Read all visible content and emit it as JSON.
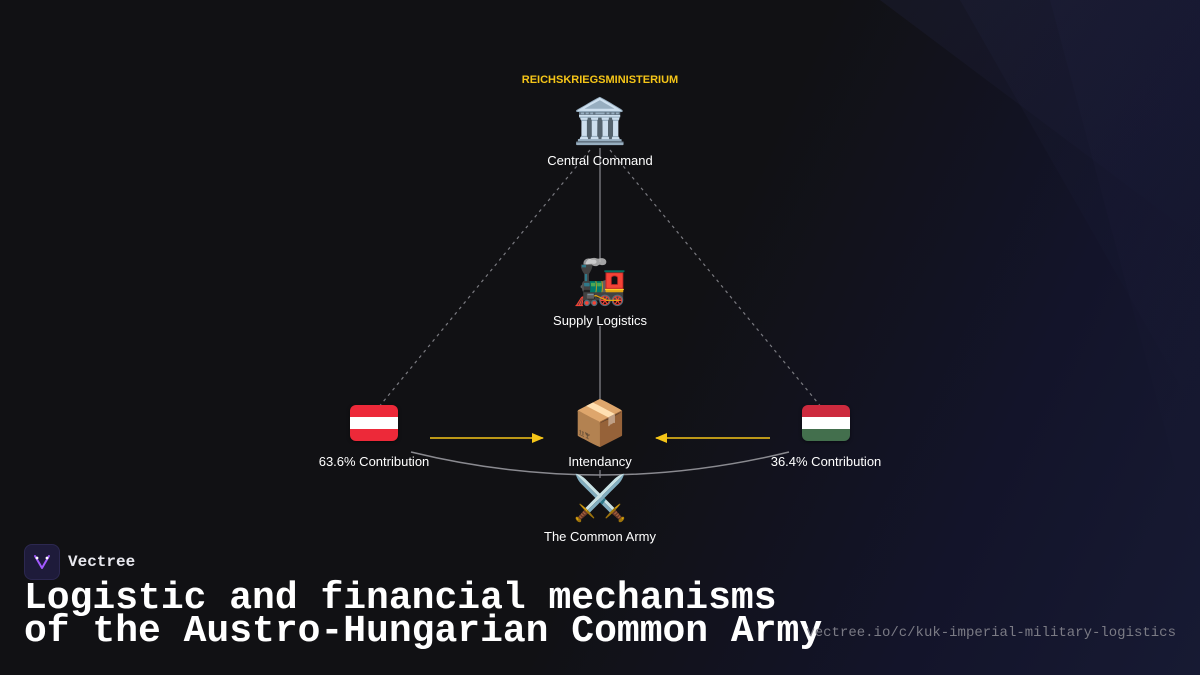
{
  "diagram": {
    "header_label": "REICHSKRIEGSMINISTERIUM",
    "nodes": {
      "central_command": {
        "label": "Central Command",
        "icon": "classical-building-icon"
      },
      "supply_logistics": {
        "label": "Supply Logistics",
        "icon": "steam-locomotive-icon"
      },
      "austria": {
        "label": "63.6% Contribution",
        "icon": "austria-flag-icon"
      },
      "intendancy": {
        "label": "Intendancy",
        "icon": "package-icon"
      },
      "hungary": {
        "label": "36.4% Contribution",
        "icon": "hungary-flag-icon"
      },
      "common_army": {
        "label": "The Common Army",
        "icon": "crossed-swords-icon"
      }
    },
    "colors": {
      "accent": "#f5c518",
      "austria_red": "#ed2939",
      "austria_white": "#ffffff",
      "hungary_red": "#cd2a3e",
      "hungary_white": "#ffffff",
      "hungary_green": "#436f4d",
      "connector": "#8a8a90"
    }
  },
  "brand": {
    "name": "Vectree",
    "title": "Logistic and financial mechanisms of the Austro-Hungarian Common Army",
    "url": "vectree.io/c/kuk-imperial-military-logistics"
  }
}
